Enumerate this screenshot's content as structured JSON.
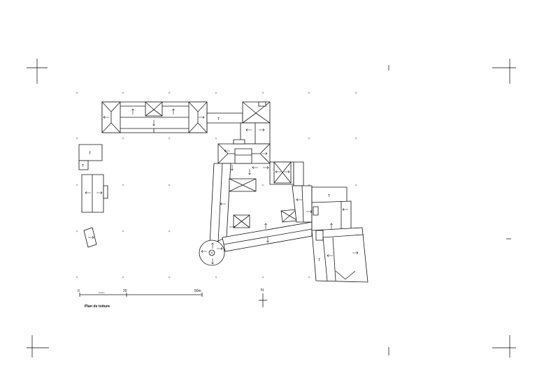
{
  "title": "Plan de toiture",
  "scale": {
    "ticks": [
      "0",
      "20",
      "50m"
    ],
    "unit_text": "environ"
  },
  "north_label": "N",
  "tower_label": "T",
  "arrow_glyph_up": "↑",
  "arrow_glyph_down": "↓",
  "arrow_glyph_left": "←",
  "arrow_glyph_right": "→"
}
